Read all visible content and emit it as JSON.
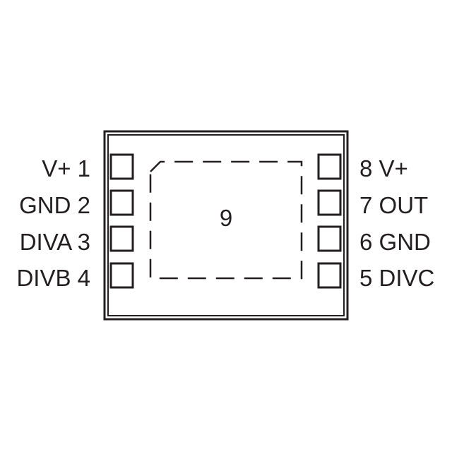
{
  "package": {
    "left_pins": [
      {
        "name": "V+",
        "number": "1",
        "label": "V+ 1"
      },
      {
        "name": "GND",
        "number": "2",
        "label": "GND 2"
      },
      {
        "name": "DIVA",
        "number": "3",
        "label": "DIVA 3"
      },
      {
        "name": "DIVB",
        "number": "4",
        "label": "DIVB 4"
      }
    ],
    "right_pins": [
      {
        "name": "V+",
        "number": "8",
        "label": "8 V+"
      },
      {
        "name": "OUT",
        "number": "7",
        "label": "7 OUT"
      },
      {
        "name": "GND",
        "number": "6",
        "label": "6 GND"
      },
      {
        "name": "DIVC",
        "number": "5",
        "label": "5 DIVC"
      }
    ],
    "exposed_pad": {
      "number": "9",
      "label": "9"
    }
  },
  "colors": {
    "line": "#231f20",
    "background": "#ffffff"
  }
}
